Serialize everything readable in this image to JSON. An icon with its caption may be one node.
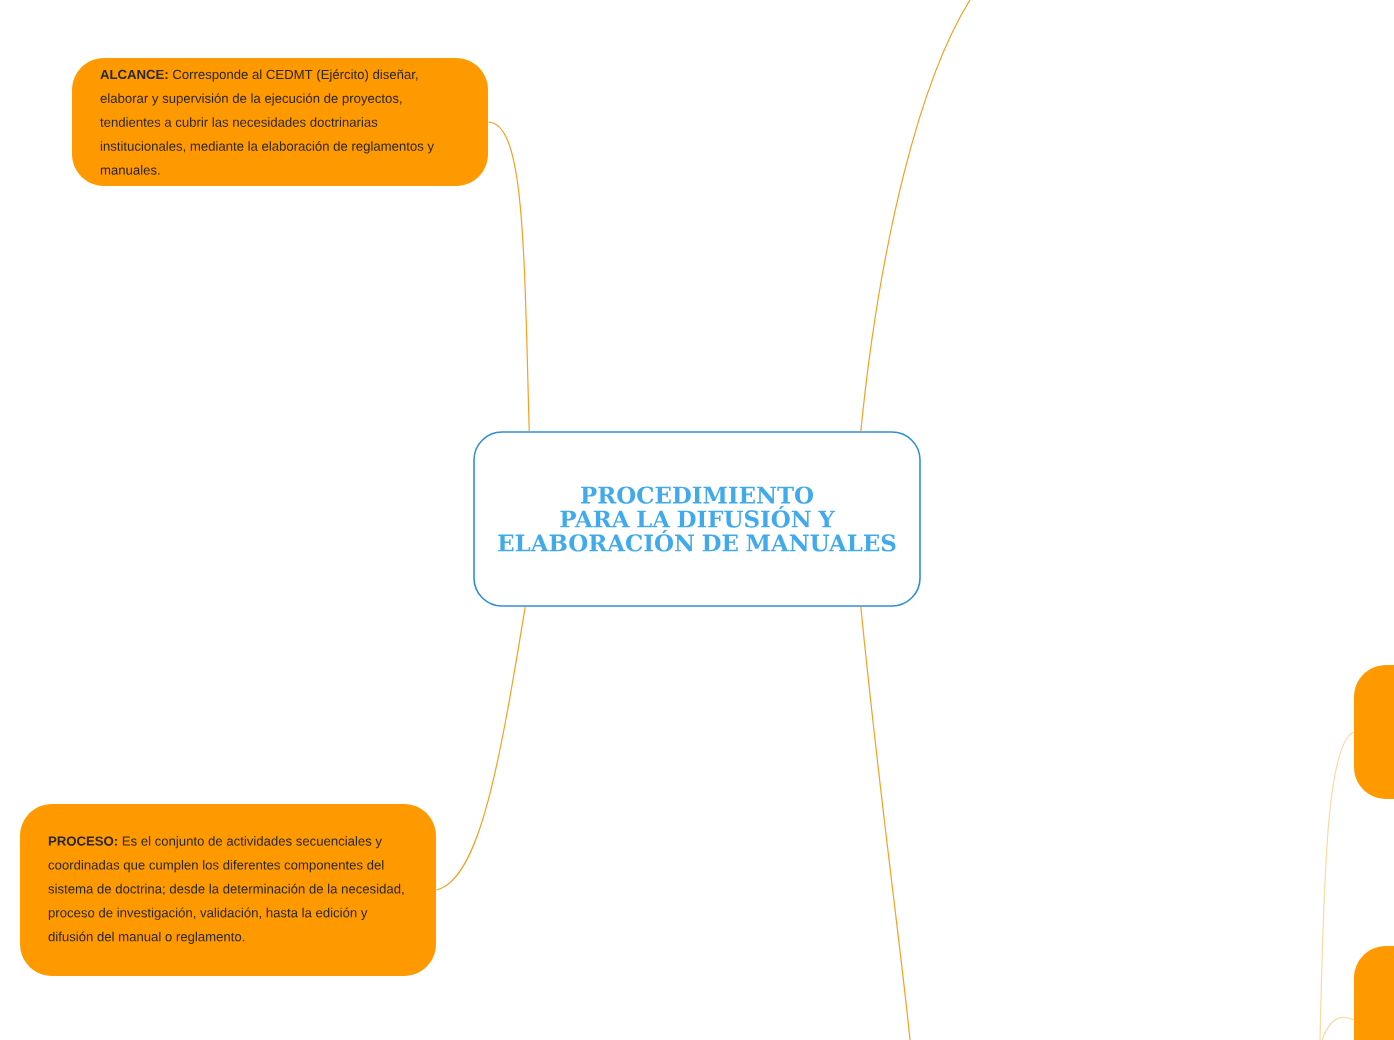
{
  "diagram": {
    "nodes": [
      {
        "text": [
          "PROCEDIMIENTO PARA LA DIFUSIÓN Y ELABORACIÓN DE MANUALES"
        ]
      },
      {
        "text": [
          "**ALCANCE:** Corresponde al CEDMT (Ejército) diseñar, elaborar y supervisión de la ejecución de proyectos, tendientes a cubrir las necesidades doctrinarias institucionales, mediante la elaboración de reglamentos y manuales."
        ]
      },
      {
        "text": [
          "**PROCESO:** Es el conjunto de actividades secuenciales y coordinadas que cumplen los diferentes componentes del sistema de doctrina; desde la determinación de la necesidad, proceso de investigación, validación, hasta la edición y difusión del manual o reglamento."
        ]
      },
      {
        "text": [],
        "shape": "box"
      },
      {
        "text": [],
        "shape": "box"
      }
    ],
    "edges": [
      {
        "from": 0,
        "to": 1,
        "arrow": "none"
      },
      {
        "from": 0,
        "to": 2,
        "arrow": "none"
      },
      {
        "from": 0,
        "to": null,
        "arrow": "none"
      },
      {
        "from": 0,
        "to": null,
        "arrow": "none"
      },
      {
        "from": null,
        "to": 3,
        "arrow": "none",
        "color": "#fcd9a0"
      },
      {
        "from": null,
        "to": 4,
        "arrow": "none",
        "color": "#fcd9a0"
      }
    ]
  }
}
